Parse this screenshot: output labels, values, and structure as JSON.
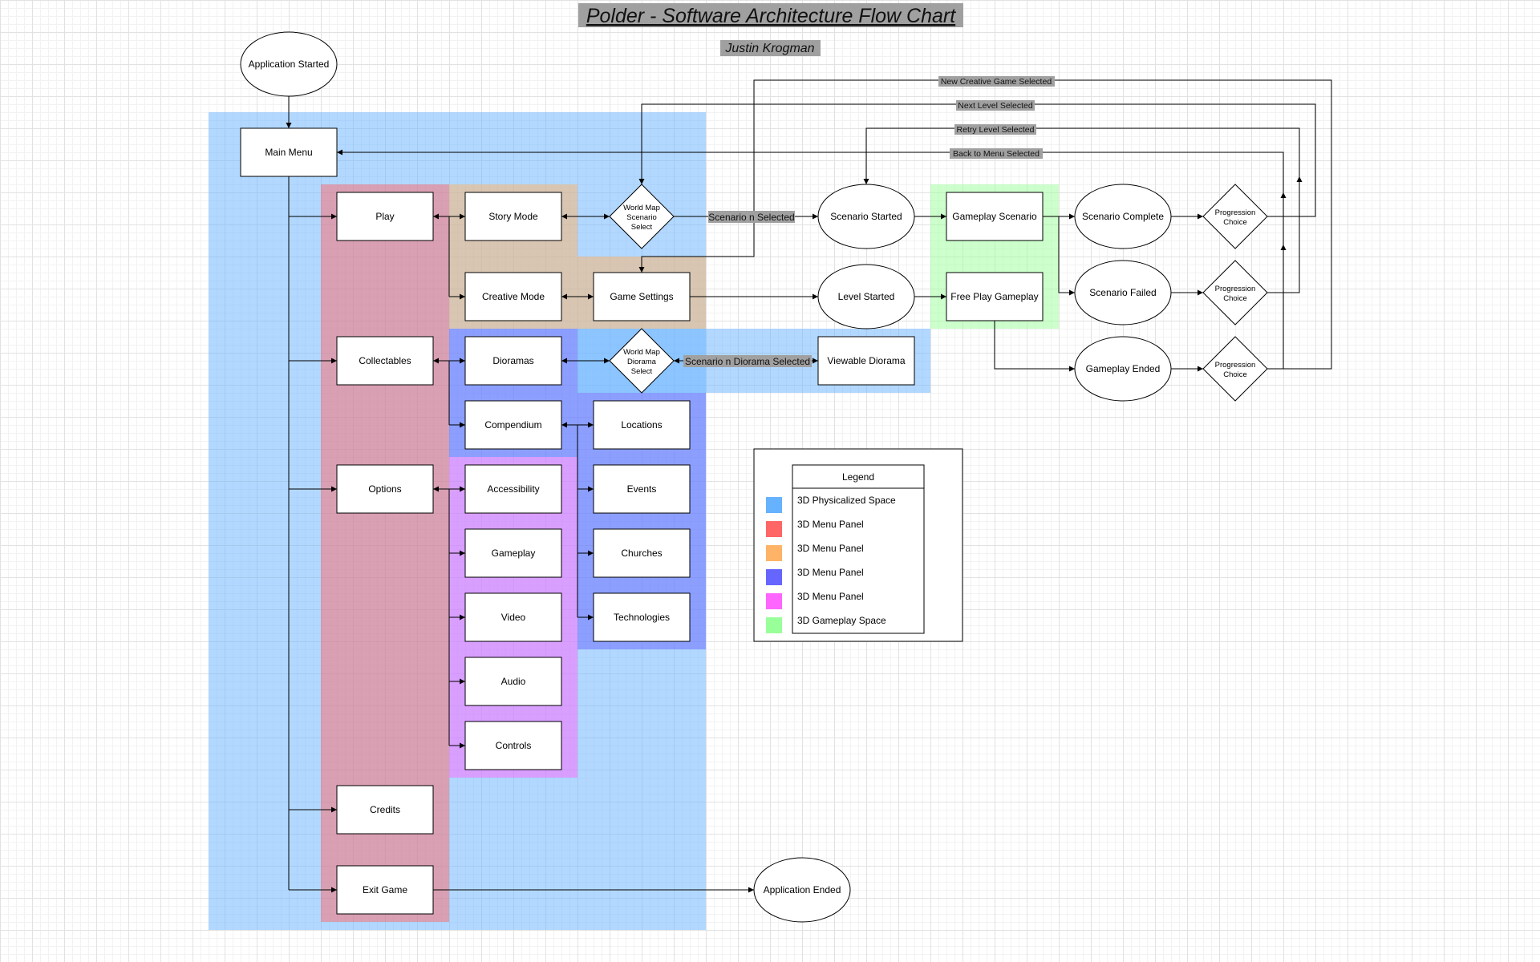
{
  "title": "Polder - Software Architecture Flow Chart",
  "author": "Justin Krogman",
  "colors": {
    "physicalized": "#66b2ff",
    "menu_red": "#ff6666",
    "menu_orange": "#ffb366",
    "menu_blue": "#6666ff",
    "menu_pink": "#ff66ff",
    "gameplay_green": "#99ff99",
    "label_bg": "#a0a0a0"
  },
  "nodes": {
    "application_started": "Application Started",
    "main_menu": "Main Menu",
    "play": "Play",
    "collectables": "Collectables",
    "options": "Options",
    "credits": "Credits",
    "exit_game": "Exit Game",
    "application_ended": "Application Ended",
    "story_mode": "Story Mode",
    "creative_mode": "Creative Mode",
    "game_settings": "Game Settings",
    "world_map_scenario": [
      "World Map",
      "Scenario",
      "Select"
    ],
    "world_map_diorama": [
      "World Map",
      "Diorama",
      "Select"
    ],
    "dioramas": "Dioramas",
    "compendium": "Compendium",
    "locations": "Locations",
    "events": "Events",
    "churches": "Churches",
    "technologies": "Technologies",
    "accessibility": "Accessibility",
    "gameplay": "Gameplay",
    "video": "Video",
    "audio": "Audio",
    "controls": "Controls",
    "viewable_diorama": "Viewable Diorama",
    "scenario_started": "Scenario Started",
    "level_started": "Level Started",
    "gameplay_scenario": "Gameplay Scenario",
    "free_play_gameplay": "Free Play Gameplay",
    "scenario_complete": "Scenario Complete",
    "scenario_failed": "Scenario Failed",
    "gameplay_ended": "Gameplay Ended",
    "progression_choice": [
      "Progression",
      "Choice"
    ]
  },
  "edge_labels": {
    "scenario_selected": "Scenario n Selected",
    "scenario_diorama_selected": "Scenario n Diorama Selected",
    "new_creative": "New Creative Game Selected",
    "next_level": "Next Level Selected",
    "retry_level": "Retry Level Selected",
    "back_to_menu": "Back to Menu Selected"
  },
  "legend": {
    "title": "Legend",
    "items": [
      {
        "label": "3D Physicalized Space",
        "color": "#66b2ff"
      },
      {
        "label": "3D Menu Panel",
        "color": "#ff6666"
      },
      {
        "label": "3D Menu Panel",
        "color": "#ffb366"
      },
      {
        "label": "3D Menu Panel",
        "color": "#6666ff"
      },
      {
        "label": "3D Menu Panel",
        "color": "#ff66ff"
      },
      {
        "label": "3D Gameplay Space",
        "color": "#99ff99"
      }
    ]
  }
}
